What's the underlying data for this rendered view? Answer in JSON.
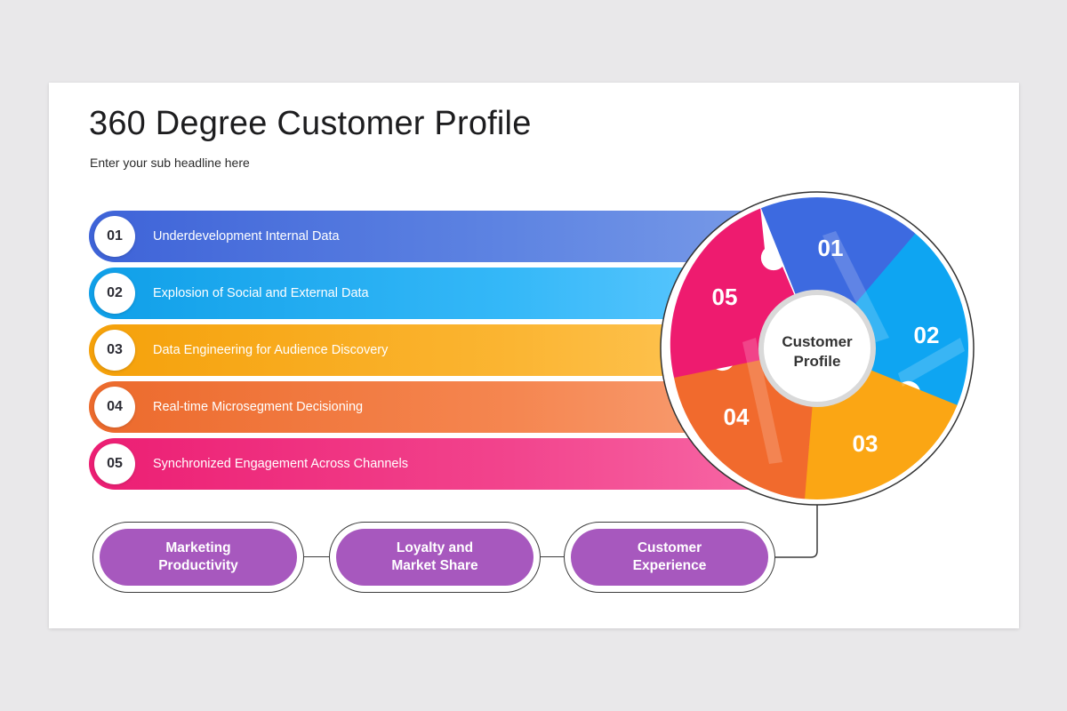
{
  "title": "360 Degree Customer Profile",
  "subtitle": "Enter your sub headline here",
  "items": [
    {
      "num": "01",
      "label": "Underdevelopment  Internal Data",
      "color": "#3e63d8"
    },
    {
      "num": "02",
      "label": "Explosion  of Social and External Data",
      "color": "#0f9fe8"
    },
    {
      "num": "03",
      "label": "Data Engineering  for Audience Discovery",
      "color": "#f5a10a"
    },
    {
      "num": "04",
      "label": "Real-time Microsegment  Decisioning",
      "color": "#ec6a2c"
    },
    {
      "num": "05",
      "label": "Synchronized  Engagement  Across Channels",
      "color": "#ec1e73"
    }
  ],
  "center_label": [
    "Customer",
    "Profile"
  ],
  "outcomes": [
    "Marketing Productivity",
    "Loyalty and Market Share",
    "Customer Experience"
  ],
  "colors": {
    "accent_purple": "#a758be",
    "center_ring": "#d9d9d9"
  }
}
